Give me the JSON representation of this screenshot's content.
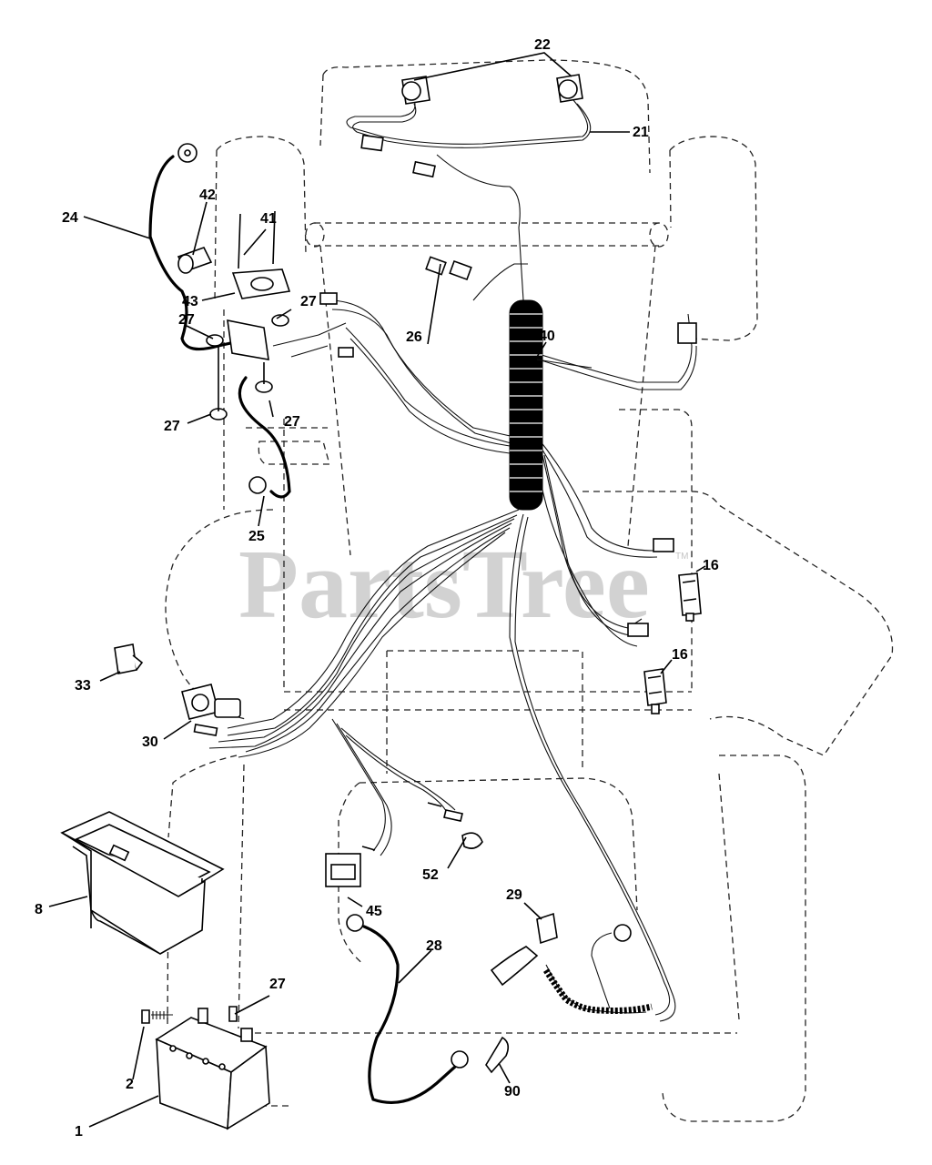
{
  "watermark": {
    "text": "PartsTree",
    "mark": "TM"
  },
  "callouts": [
    "22",
    "21",
    "24",
    "42",
    "41",
    "43",
    "27",
    "27",
    "27",
    "27",
    "26",
    "40",
    "25",
    "16",
    "16",
    "33",
    "30",
    "8",
    "52",
    "45",
    "29",
    "28",
    "27",
    "2",
    "1",
    "90"
  ]
}
